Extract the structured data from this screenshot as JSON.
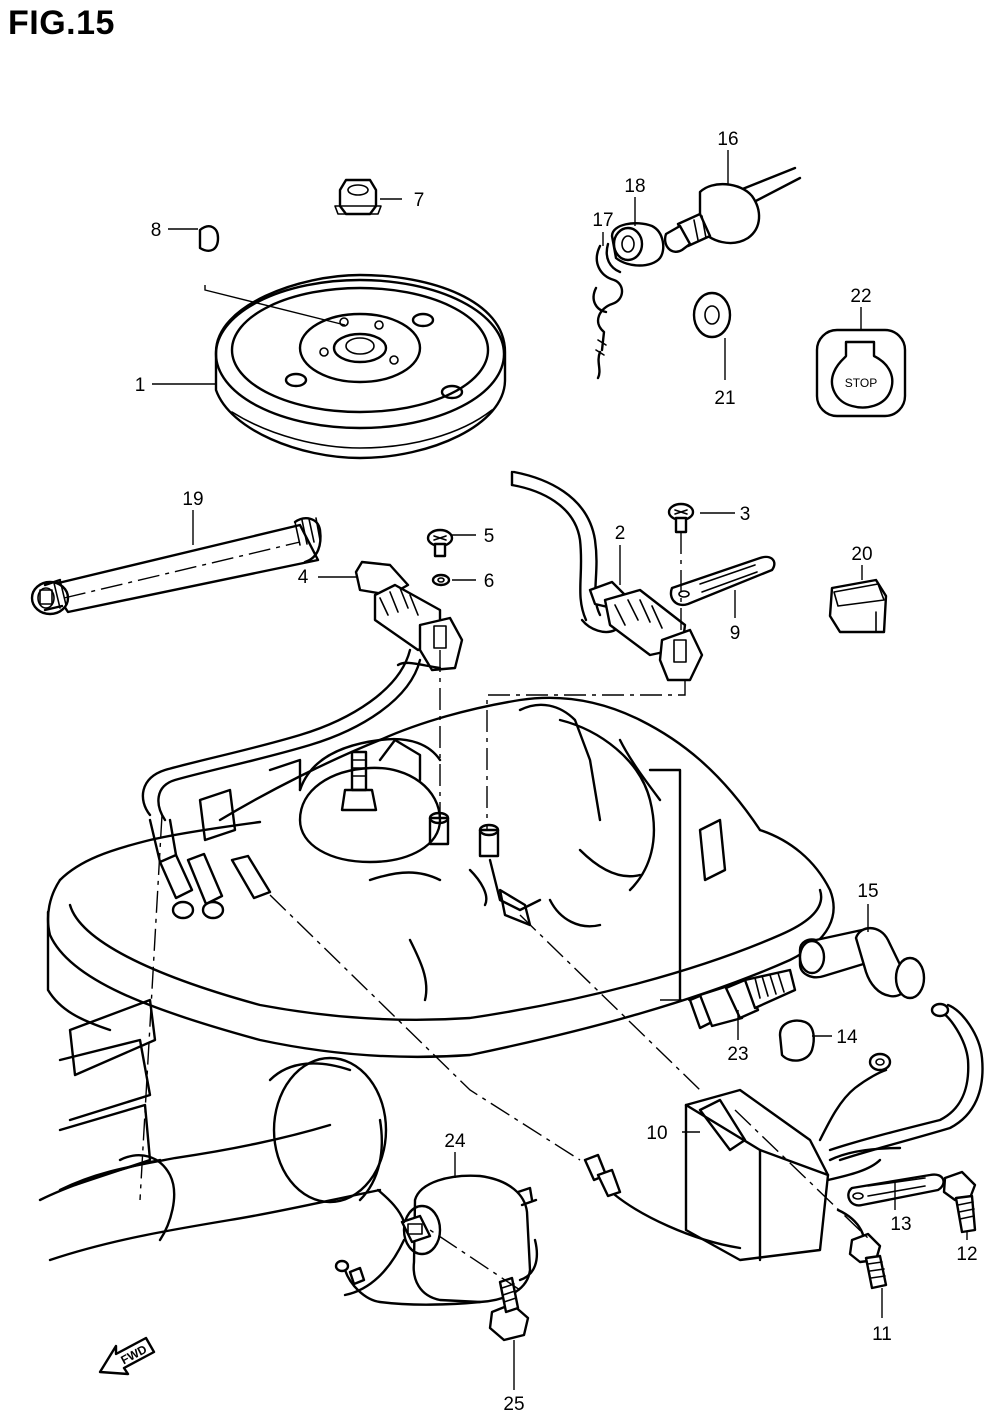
{
  "figure": {
    "title": "FIG.15"
  },
  "callouts": [
    {
      "n": "1",
      "name": "callout-1",
      "label": "1"
    },
    {
      "n": "2",
      "name": "callout-2",
      "label": "2"
    },
    {
      "n": "3",
      "name": "callout-3",
      "label": "3"
    },
    {
      "n": "4",
      "name": "callout-4",
      "label": "4"
    },
    {
      "n": "5",
      "name": "callout-5",
      "label": "5"
    },
    {
      "n": "6",
      "name": "callout-6",
      "label": "6"
    },
    {
      "n": "7",
      "name": "callout-7",
      "label": "7"
    },
    {
      "n": "8",
      "name": "callout-8",
      "label": "8"
    },
    {
      "n": "9",
      "name": "callout-9",
      "label": "9"
    },
    {
      "n": "10",
      "name": "callout-10",
      "label": "10"
    },
    {
      "n": "11",
      "name": "callout-11",
      "label": "11"
    },
    {
      "n": "12",
      "name": "callout-12",
      "label": "12"
    },
    {
      "n": "13",
      "name": "callout-13",
      "label": "13"
    },
    {
      "n": "14",
      "name": "callout-14",
      "label": "14"
    },
    {
      "n": "15",
      "name": "callout-15",
      "label": "15"
    },
    {
      "n": "16",
      "name": "callout-16",
      "label": "16"
    },
    {
      "n": "17",
      "name": "callout-17",
      "label": "17"
    },
    {
      "n": "18",
      "name": "callout-18",
      "label": "18"
    },
    {
      "n": "19",
      "name": "callout-19",
      "label": "19"
    },
    {
      "n": "20",
      "name": "callout-20",
      "label": "20"
    },
    {
      "n": "21",
      "name": "callout-21",
      "label": "21"
    },
    {
      "n": "22",
      "name": "callout-22",
      "label": "22"
    },
    {
      "n": "23",
      "name": "callout-23",
      "label": "23"
    },
    {
      "n": "24",
      "name": "callout-24",
      "label": "24"
    },
    {
      "n": "25",
      "name": "callout-25",
      "label": "25"
    }
  ],
  "stop_plate": {
    "label": "STOP"
  },
  "fwd_arrow": {
    "label": "FWD"
  }
}
